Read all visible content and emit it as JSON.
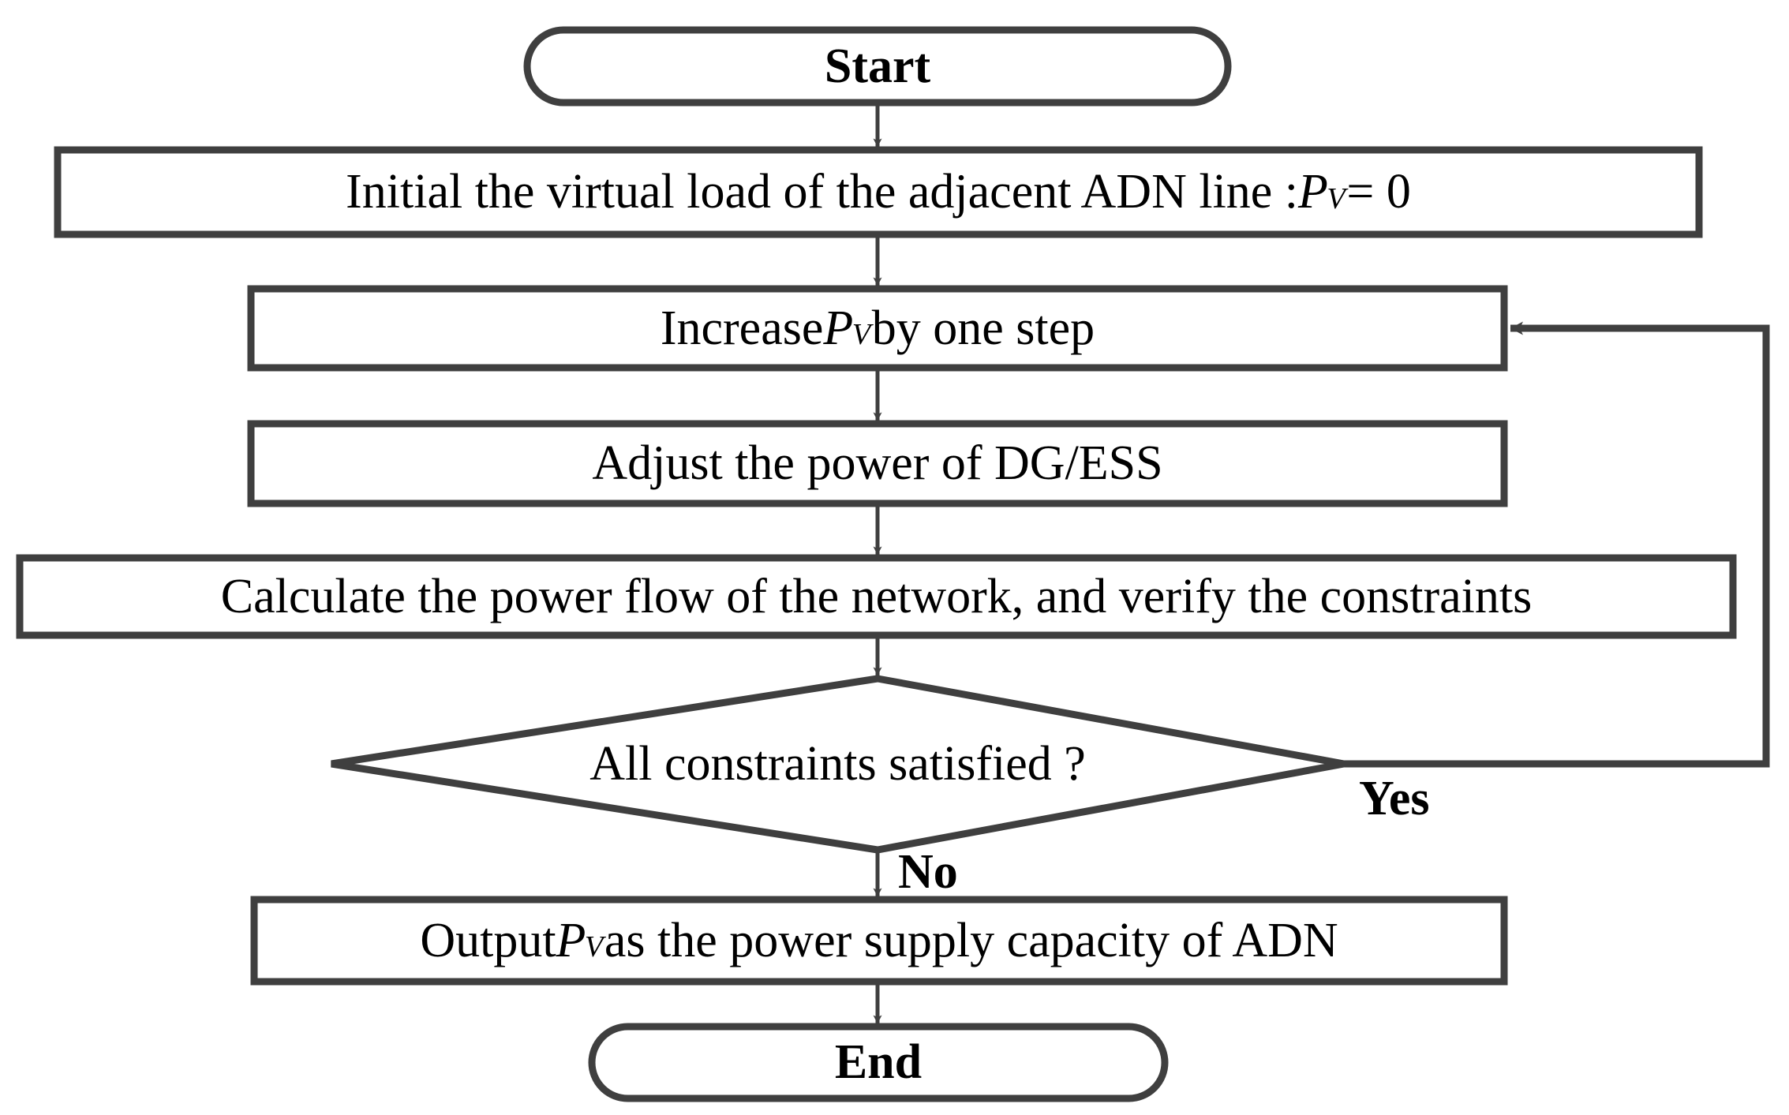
{
  "diagram": {
    "title": "ADN power supply capacity calculation flowchart",
    "type": "flowchart",
    "background_color": "#ffffff",
    "stroke_color": "#3f3f3f",
    "text_color": "#000000"
  },
  "nodes": {
    "start": {
      "shape": "terminator",
      "label": "Start"
    },
    "initial": {
      "shape": "process",
      "label_prefix": "Initial the virtual load of the adjacent ADN line : ",
      "variable": "P",
      "subscript": "V",
      "label_suffix": " = 0"
    },
    "increase": {
      "shape": "process",
      "label_prefix": "Increase ",
      "variable": "P",
      "subscript": "V",
      "label_suffix": " by one step"
    },
    "adjust": {
      "shape": "process",
      "label": "Adjust the power of DG/ESS"
    },
    "calculate": {
      "shape": "process",
      "label": "Calculate the power flow of the network, and verify the constraints"
    },
    "decision": {
      "shape": "decision",
      "label": "All constraints satisfied ?"
    },
    "output": {
      "shape": "process",
      "label_prefix": "Output ",
      "variable": "P",
      "subscript": "V",
      "label_suffix": " as the power supply capacity of ADN"
    },
    "end": {
      "shape": "terminator",
      "label": "End"
    }
  },
  "edge_labels": {
    "yes": "Yes",
    "no": "No"
  }
}
